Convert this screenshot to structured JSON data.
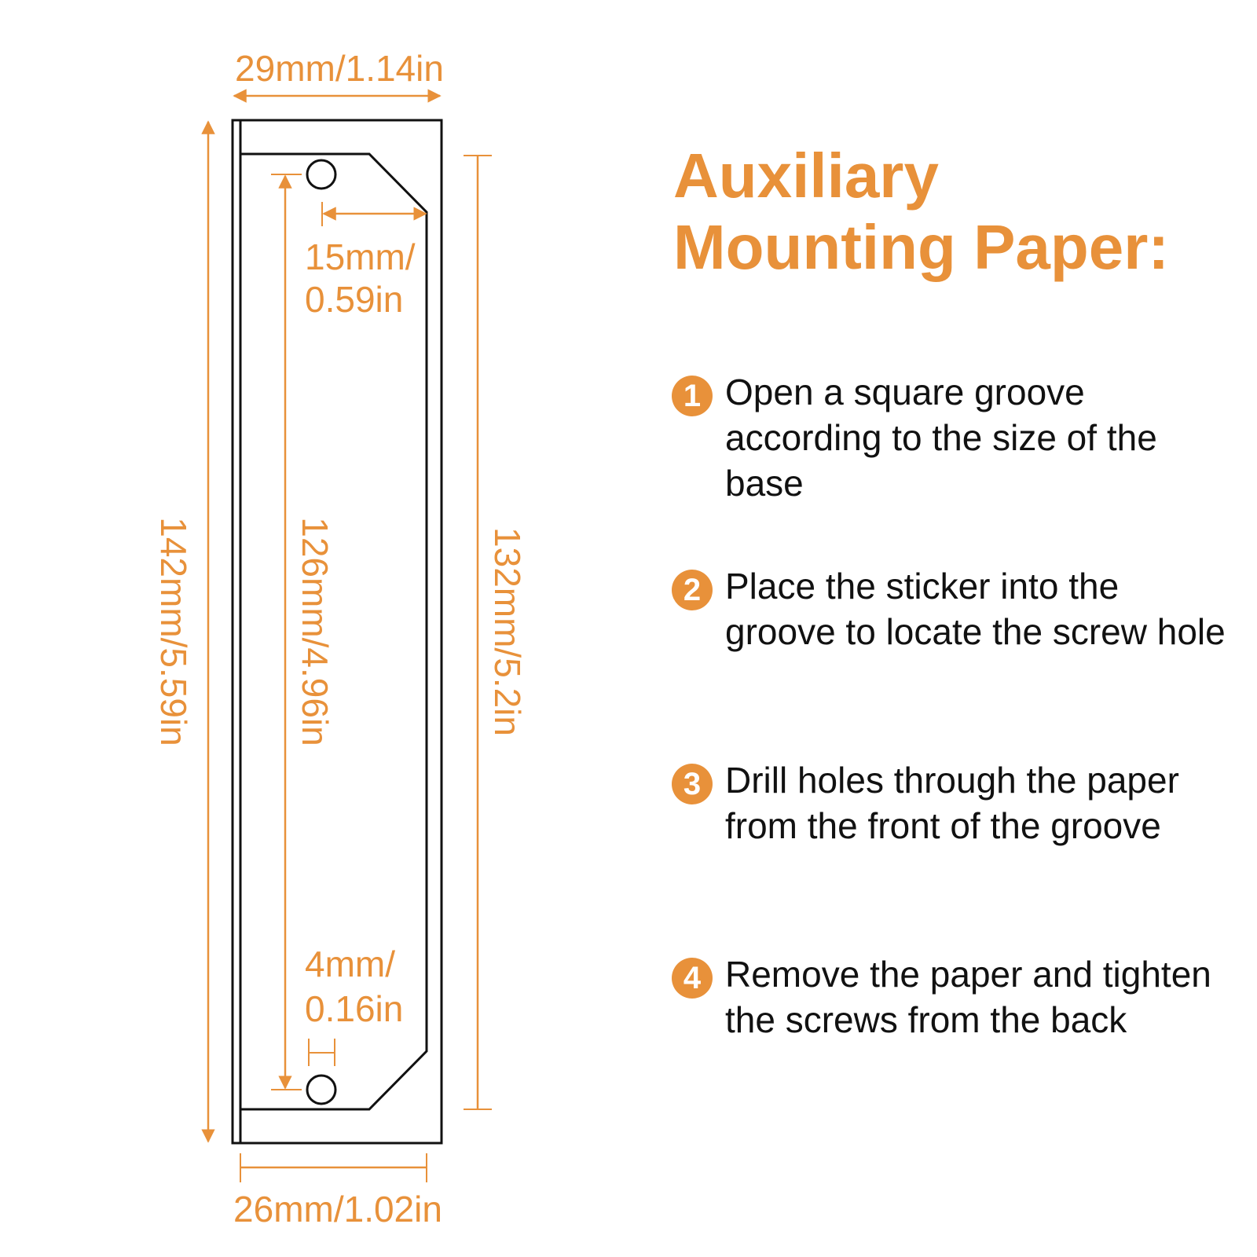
{
  "title": {
    "line1": "Auxiliary",
    "line2": "Mounting Paper:"
  },
  "dimensions": {
    "top_width": "29mm/1.14in",
    "bottom_width": "26mm/1.02in",
    "overall_height": "142mm/5.59in",
    "hole_spacing": "126mm/4.96in",
    "paper_height": "132mm/5.2in",
    "hole_offset_line1": "15mm/",
    "hole_offset_line2": "0.59in",
    "hole_margin_line1": "4mm/",
    "hole_margin_line2": "0.16in"
  },
  "steps": [
    {
      "number": "1",
      "text": "Open a square groove according to the size of the base"
    },
    {
      "number": "2",
      "text": "Place the sticker into the groove to locate the screw hole"
    },
    {
      "number": "3",
      "text": "Drill holes through the paper from the front of the groove"
    },
    {
      "number": "4",
      "text": "Remove the paper and tighten the screws from the back"
    }
  ],
  "colors": {
    "accent": "#e8913a",
    "outline": "#111111",
    "text": "#111111"
  }
}
